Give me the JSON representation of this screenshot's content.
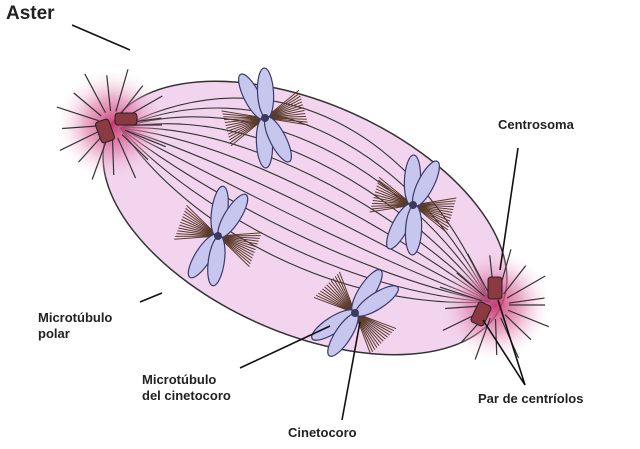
{
  "labels": {
    "aster": "Aster",
    "centrosoma": "Centrosoma",
    "microtubulo_polar_1": "Microtúbulo",
    "microtubulo_polar_2": "polar",
    "microtubulo_cinetocoro_1": "Microtúbulo",
    "microtubulo_cinetocoro_2": "del cinetocoro",
    "cinetocoro": "Cinetocoro",
    "par_centriolos": "Par de centríolos"
  },
  "colors": {
    "spindle": "#f2d4ee",
    "aster_glow": "#c8326e",
    "chromosome": "#c6c6ee",
    "chromosome_outline": "#3a3a6a",
    "centriole": "#8a3a40"
  }
}
